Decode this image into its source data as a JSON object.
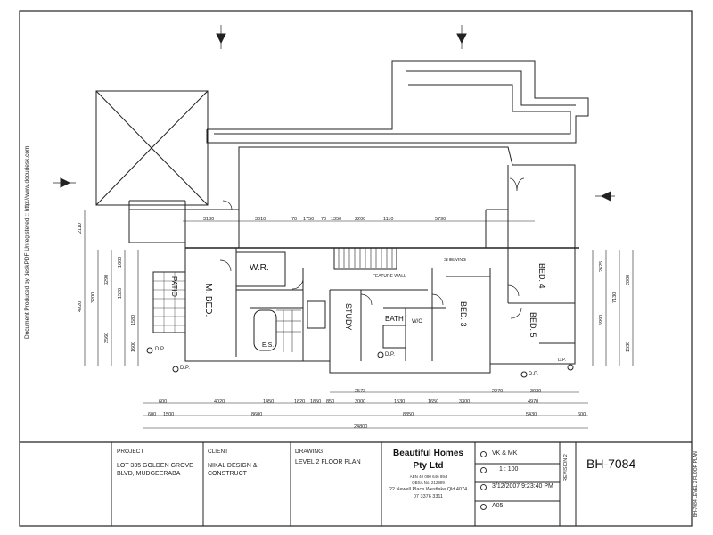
{
  "watermark": "Document Produced by deskPDF Unregistered :: http://www.docudesk.com",
  "side_text_right": "BH-7084 LEVEL 2 FLOOR PLAN",
  "rooms": {
    "master_bed": "M. BED.",
    "wr": "W.R.",
    "patio": "PATIO",
    "es": "E.S.",
    "study": "STUDY",
    "bath": "BATH",
    "wc": "W/C",
    "bed3": "BED. 3",
    "bed4": "BED. 4",
    "bed5": "BED. 5",
    "feature_wall": "FEATURE WALL",
    "shelving": "SHELVING",
    "dp1": "D.P.",
    "dp2": "D.P.",
    "dp3": "D.P.",
    "dp4": "D.P.",
    "dp5": "D.P."
  },
  "dims_top": [
    "3180",
    "3310",
    "70",
    "1750",
    "70",
    "1350",
    "2200",
    "1110",
    "5790"
  ],
  "dims_bottom_row1": [
    "600",
    "4020",
    "1450",
    "1820",
    "1850",
    "850",
    "3000",
    "1530",
    "1650",
    "3300",
    "4970"
  ],
  "dims_bottom_row2": [
    "600",
    "1500",
    "8600",
    "8850",
    "5430",
    "600"
  ],
  "dims_bottom_total": "24800",
  "dims_bottom_top": [
    "2573",
    "2270",
    "3030"
  ],
  "dims_left": [
    "2110",
    "4920",
    "3200",
    "3290",
    "2560",
    "1680",
    "1520",
    "1580",
    "1600"
  ],
  "dims_right": [
    "2625",
    "5990",
    "7130",
    "2000",
    "1530"
  ],
  "title_block": {
    "project_label": "PROJECT",
    "project_value": "LOT 335 GOLDEN GROVE BLVD, MUDGEERABA",
    "client_label": "CLIENT",
    "client_value": "NIKAL DESIGN & CONSTRUCT",
    "drawing_label": "DRAWING",
    "drawing_value": "LEVEL 2 FLOOR PLAN",
    "company_name_1": "Beautiful Homes",
    "company_name_2": "Pty Ltd",
    "company_abn": "ABN 40 090 646 894",
    "company_qbsa": "QBSA No. 212989",
    "company_address": "22 Newell Place Westlake Qld 4074",
    "company_phone": "07 3376 3311",
    "drawn_by": "VK & MK",
    "scale": "1 : 100",
    "date": "3/12/2007 9:23:40 PM",
    "sheet_size": "A05",
    "revision_label": "REVISION 2",
    "drawing_number": "BH-7084"
  }
}
